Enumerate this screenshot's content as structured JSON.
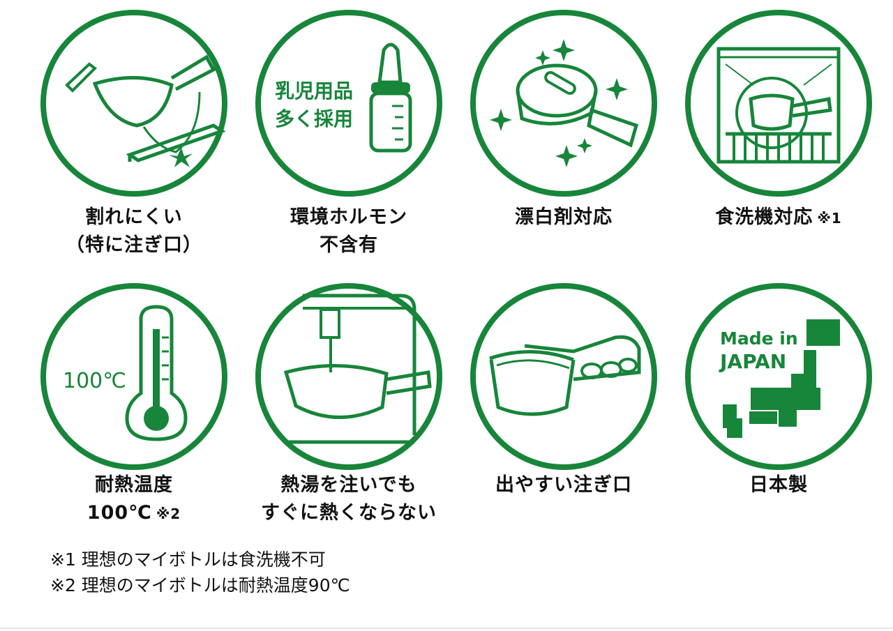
{
  "colors": {
    "accent": "#17853a",
    "text": "#111111",
    "background": "#ffffff"
  },
  "features": [
    {
      "icon": "shatterproof-cup-icon",
      "lines": [
        "割れにくい",
        "（特に注ぎ口）"
      ],
      "note": ""
    },
    {
      "icon": "baby-bottle-icon",
      "icon_text": [
        "乳児用品",
        "多く採用"
      ],
      "lines": [
        "環境ホルモン",
        "不含有"
      ],
      "note": ""
    },
    {
      "icon": "sparkling-cup-icon",
      "lines": [
        "漂白剤対応"
      ],
      "note": ""
    },
    {
      "icon": "dishwasher-icon",
      "lines": [
        "食洗機対応"
      ],
      "note": "※1"
    },
    {
      "icon": "thermometer-icon",
      "icon_text": [
        "100℃"
      ],
      "lines": [
        "耐熱温度",
        "100℃"
      ],
      "note": "※2"
    },
    {
      "icon": "hot-water-pour-icon",
      "lines": [
        "熱湯を注いでも",
        "すぐに熱くならない"
      ],
      "note": ""
    },
    {
      "icon": "easy-pour-icon",
      "lines": [
        "出やすい注ぎ口"
      ],
      "note": ""
    },
    {
      "icon": "made-in-japan-icon",
      "icon_text": [
        "Made in",
        "JAPAN"
      ],
      "lines": [
        "日本製"
      ],
      "note": ""
    }
  ],
  "footnotes": [
    "※1 理想のマイボトルは食洗機不可",
    "※2 理想のマイボトルは耐熱温度90℃"
  ]
}
